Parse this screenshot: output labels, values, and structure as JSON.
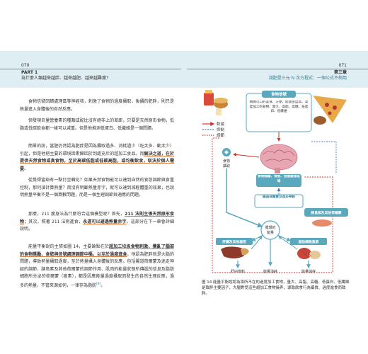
{
  "header": {
    "left_page_no": "070",
    "left_part": "PART 1",
    "left_title": "為什麼人類越來越胖、越來越肥、越來越難瘦？",
    "right_page_no": "071",
    "right_chapter": "第三章",
    "right_title": "減肥是三元 N 次方程式：一個公式不夠用"
  },
  "paragraphs": [
    {
      "before": "食物信號回饋處理區等神經核，刺激了食物的過度攝取，後續的肥胖，則只是熱量進入身體後的自然反應。"
    },
    {
      "before": "但發現巨量營養素的種類或配比沒有絕非上的差距，只要是天然原形食物，低脂或低碳飲食都一樣可以減重。但是他推測低蛋白、低纖維是一個問題。"
    },
    {
      "before": "簡單的說，當肥仍然認為肥胖是因為攝取過多、消耗過少（吃太多、動太少）引起，但是他把主要的環境因素歸因於到處充斥的超加工食品。而",
      "em": "解決之道，在於提供天然食物或真食物，至於高碳低脂或低碳高脂，或均衡飲食，取決於個人需要",
      "after": "。"
    },
    {
      "before": "從覺得當辯有一點打坐轉化？如果天然食物能可以達到自然的食慾調節與食量控制，那何須計算熱量？而沒有明斷熱量赤字，就可以達到減輕體重的效果，也說明熱量平衡不是一個算數問題，而是一個生理調節與適應的問題。"
    },
    {
      "before": "那麼，211 瘦身法為什麼符合這個模型呢？首先，",
      "em": "211 法則主張天然原形食物",
      "after": "；其次，照著 211 法則進食，",
      "em2": "永遠可以避過熱量赤字",
      "after2": "，這部分在下一章會詳細說明。"
    },
    {
      "before": "能量平衡說的主張如圖 14，主要論點在於",
      "em": "超加工垃圾食物刺激、攪亂了腦部的食物獎勵、食慾與信號處理調節中樞，以至於過度進食",
      "after": "。他認為肥胖就是大腦的問題，導致熱量攝取過度，至於熱量攝入身體後的反應，包括腸道荷爾蒙及迷走神經的調節、胰島素及其他荷爾蒙的調節作用、肌肉的能量狀態所傳遞的信息及脂肪細胞所分泌的荷爾蒙（瘦素），都是因應能量過度攝取而發生的自然生理反應，過多的熱量，不管來源如何，一律存為脂肪",
      "after_sup": "[8]",
      "after3": "。"
    }
  ],
  "figure": {
    "legend_items": [
      "刺激",
      "抑制",
      "調節"
    ],
    "food_signal_title": "食物信號",
    "food_signal_text": "精緻可口的美食、方便、能量密度高、高度加工的食物、量大、高脂、高糖、低蛋白、低纖維",
    "brain_label": "食物獎勵、食慾、信號處理區域",
    "food_intake_label": "食物\n攝取",
    "gut_label": "腸道荷爾蒙及迷走神經",
    "pancreas_label": "胰島素及其他荷爾蒙",
    "circulating_label": "循環的\n能量",
    "liver_label": "肝臟及其他器官",
    "adipose_label": "脂肪細胞激素",
    "oxidation_left": "肝中燃料",
    "energy_use": "能量消耗",
    "storage_right": "能量儲存",
    "caption": "圖 14 能量平衡說認為兩所不在的過度加工食物，量大、高脂、高糖、低蛋白、低纖維是致胖主要因子，大腦對受這些超加工食物操弄，導致飲食行為攝質、過度進食而致胖。"
  },
  "colors": {
    "accent": "#4a9bb0",
    "teal": "#5aa8be",
    "stimulus": "#d6322e",
    "inhibit": "#4a7fc1",
    "regulate": "#d6322e",
    "underline": "#e07d3a"
  }
}
